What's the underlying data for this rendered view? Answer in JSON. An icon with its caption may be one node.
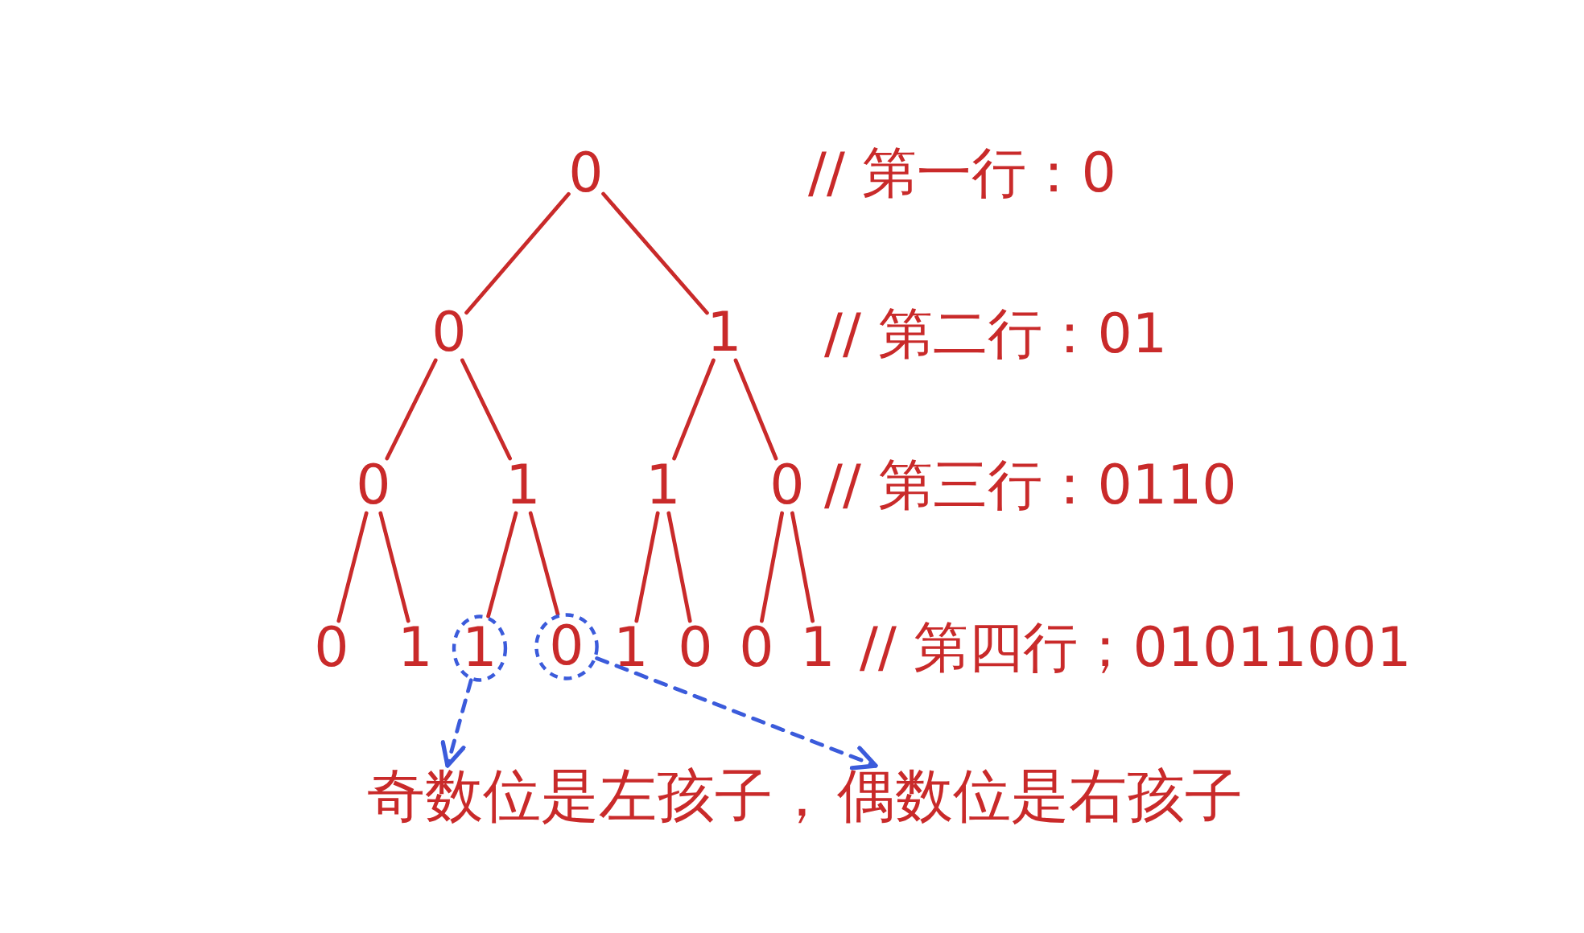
{
  "diagram": {
    "nodes": [
      {
        "text": [
          "0"
        ]
      },
      {
        "text": [
          "0"
        ]
      },
      {
        "text": [
          "1"
        ]
      },
      {
        "text": [
          "0"
        ]
      },
      {
        "text": [
          "1"
        ]
      },
      {
        "text": [
          "1"
        ]
      },
      {
        "text": [
          "0"
        ]
      },
      {
        "text": [
          "0"
        ]
      },
      {
        "text": [
          "1"
        ]
      },
      {
        "text": [],
        "shape": "circle"
      },
      {
        "text": [
          "1"
        ],
        "in": 9
      },
      {
        "text": [],
        "shape": "circle"
      },
      {
        "text": [
          "0"
        ],
        "in": 11
      },
      {
        "text": [
          "1"
        ]
      },
      {
        "text": [
          "0"
        ]
      },
      {
        "text": [
          "0"
        ]
      },
      {
        "text": [
          "1"
        ]
      },
      {
        "text": [
          "奇数位是左孩子，"
        ]
      },
      {
        "text": [
          "偶数位是右孩子"
        ]
      }
    ],
    "edges": [
      {
        "from": 0,
        "to": 1,
        "arrow": "none"
      },
      {
        "from": 0,
        "to": 2,
        "arrow": "none"
      },
      {
        "from": 1,
        "to": 3,
        "arrow": "none"
      },
      {
        "from": 1,
        "to": 4,
        "arrow": "none"
      },
      {
        "from": 2,
        "to": 5,
        "arrow": "none"
      },
      {
        "from": 2,
        "to": 6,
        "arrow": "none"
      },
      {
        "from": 3,
        "to": 7,
        "arrow": "none"
      },
      {
        "from": 3,
        "to": 8,
        "arrow": "none"
      },
      {
        "from": 4,
        "to": 10,
        "arrow": "none"
      },
      {
        "from": 4,
        "to": 12,
        "arrow": "none"
      },
      {
        "from": 5,
        "to": 13,
        "arrow": "none"
      },
      {
        "from": 5,
        "to": 14,
        "arrow": "none"
      },
      {
        "from": 6,
        "to": 15,
        "arrow": "none"
      },
      {
        "from": 6,
        "to": 16,
        "arrow": "none"
      },
      {
        "from": 9,
        "to": 17,
        "arrow": "to",
        "style": "dashed",
        "color": "#3b5bdb"
      },
      {
        "from": 11,
        "to": 18,
        "arrow": "to",
        "style": "dashed",
        "color": "#3b5bdb"
      }
    ],
    "labels": [
      "// 第一行：0",
      "// 第二行：01",
      "// 第三行：0110",
      "// 第四行；01011001"
    ]
  }
}
